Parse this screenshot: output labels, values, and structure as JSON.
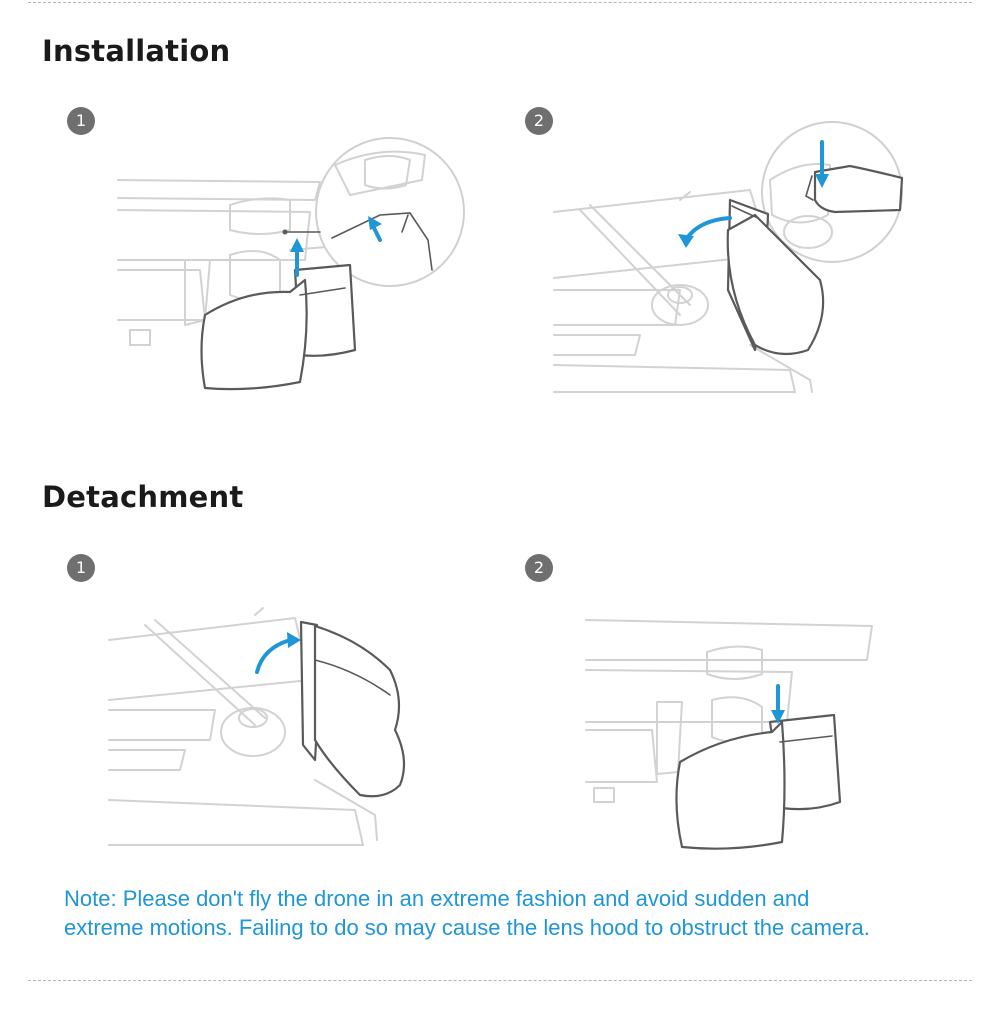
{
  "sections": {
    "installation": {
      "title": "Installation",
      "steps": [
        {
          "number": "1"
        },
        {
          "number": "2"
        }
      ]
    },
    "detachment": {
      "title": "Detachment",
      "steps": [
        {
          "number": "1"
        },
        {
          "number": "2"
        }
      ]
    }
  },
  "note": {
    "line1": "Note: Please don't fly the drone in an extreme fashion and avoid sudden and",
    "line2": "extreme motions. Failing to do so may cause the lens hood to obstruct the camera."
  },
  "colors": {
    "accent": "#1e96d8",
    "badge": "#6f6f6f",
    "title": "#1a1a1a",
    "outline_light": "#d2d2d2",
    "outline_dark": "#5a5a5a"
  }
}
